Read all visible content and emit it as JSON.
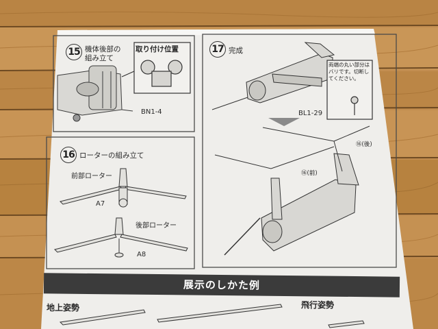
{
  "step15": {
    "number": "15",
    "title_line1": "機体後部の",
    "title_line2": "組み立て",
    "callout": "取り付け位置",
    "part": "BN1-4"
  },
  "step16": {
    "number": "16",
    "title": "ローターの組み立て",
    "front_rotor": "前部ローター",
    "front_part": "A7",
    "rear_rotor": "後部ローター",
    "rear_part": "A8"
  },
  "step17": {
    "number": "17",
    "title": "完成",
    "part": "BL1-29",
    "note": "両端の丸い部分はバリです。切断してください。",
    "front_label": "⑯(前)",
    "rear_label": "⑯(後)"
  },
  "display": {
    "banner": "展示のしかた例",
    "ground": "地上姿勢",
    "flight": "飛行姿勢"
  }
}
